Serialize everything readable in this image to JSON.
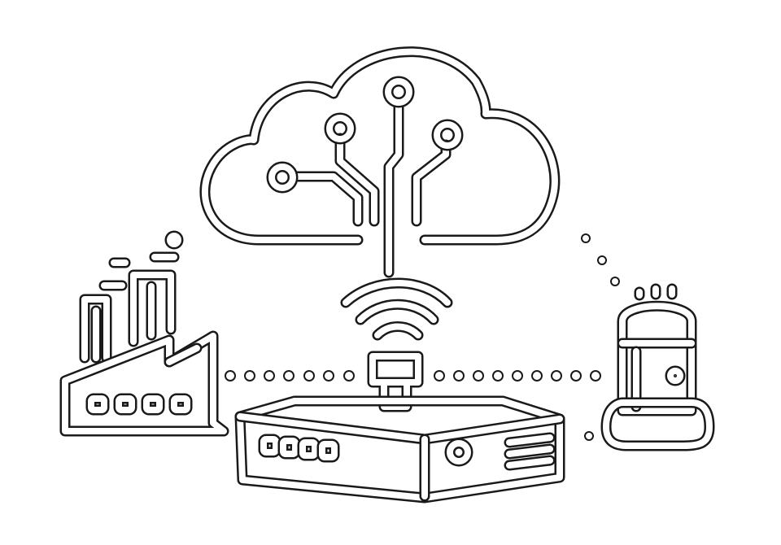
{
  "diagram": {
    "nodes": [
      {
        "id": "cloud",
        "icon": "cloud-circuit-icon"
      },
      {
        "id": "router",
        "icon": "router-icon"
      },
      {
        "id": "factory",
        "icon": "factory-icon"
      },
      {
        "id": "sensor",
        "icon": "sensor-device-icon"
      },
      {
        "id": "wifi",
        "icon": "wifi-signal-icon"
      }
    ],
    "links": [
      {
        "from": "factory",
        "to": "router",
        "style": "dotted"
      },
      {
        "from": "router",
        "to": "sensor",
        "style": "dotted"
      },
      {
        "from": "factory",
        "to": "cloud",
        "style": "dotted"
      },
      {
        "from": "cloud",
        "to": "sensor",
        "style": "dotted"
      },
      {
        "from": "sensor",
        "to": "router",
        "style": "dotted"
      }
    ],
    "colors": {
      "stroke": "#1a1a1a",
      "fill": "#ffffff",
      "background": "#ffffff"
    }
  }
}
